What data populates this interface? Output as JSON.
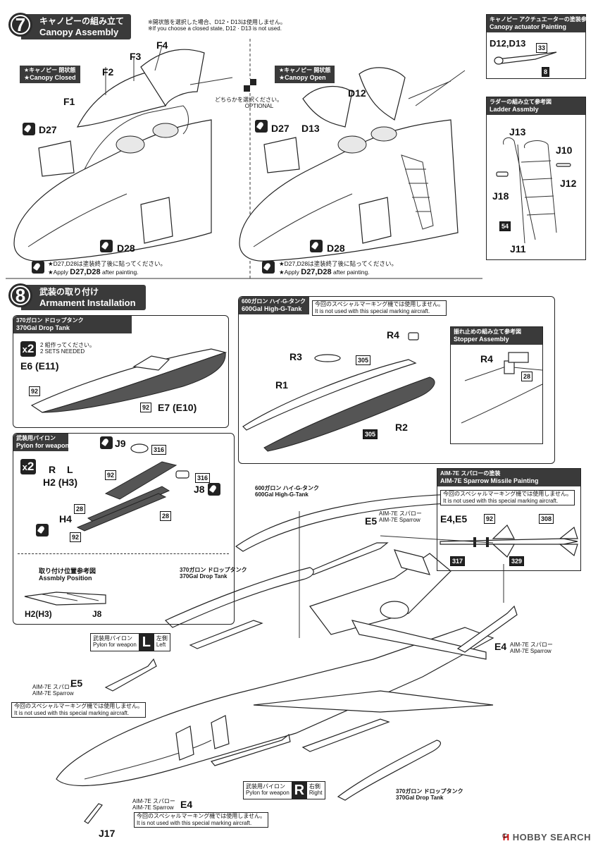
{
  "step7": {
    "number": "7",
    "title_jp": "キャノピーの組み立て",
    "title_en": "Canopy Assembly",
    "note_jp": "※開状態を選択した場合、D12・D13は使用しません。",
    "note_en": "※If you choose a closed state, D12 · D13 is not used.",
    "closed_jp": "★キャノピー 閉状態",
    "closed_en": "★Canopy Closed",
    "open_jp": "★キャノピー 開状態",
    "open_en": "★Canopy Open",
    "optional_jp": "どちらかを選択ください。",
    "optional_en": "OPTIONAL",
    "apply_jp": "★D27,D28は塗装終了後に貼ってください。",
    "apply_en_prefix": "★Apply ",
    "apply_en_parts": "D27,D28",
    "apply_en_suffix": " after painting.",
    "apply2_jp": "★D27,D28は塗装終了後に貼ってください。",
    "apply2_en_prefix": "★Apply ",
    "apply2_en_parts": "D27,D28",
    "apply2_en_suffix": " after painting.",
    "parts_closed": [
      "F4",
      "F3",
      "F2",
      "F1",
      "D27",
      "D28"
    ],
    "parts_open": [
      "D12",
      "D27",
      "D13",
      "D28"
    ]
  },
  "actuator": {
    "title_jp": "キャノピー アクチュエーターの塗装参考図",
    "title_en": "Canopy actuator Painting",
    "parts": "D12,D13",
    "colors": [
      "33",
      "8"
    ]
  },
  "ladder": {
    "title_jp": "ラダーの組み立て参考図",
    "title_en": "Ladder Assmbly",
    "parts": [
      "J13",
      "J10",
      "J12",
      "J18",
      "J11"
    ],
    "color": "54"
  },
  "step8": {
    "number": "8",
    "title_jp": "武装の取り付け",
    "title_en": "Armament Installation",
    "tank370": {
      "title_jp": "370ガロン ドロップタンク",
      "title_en": "370Gal Drop Tank",
      "qty": "2",
      "qty_jp": "2 組作ってください。",
      "qty_en": "2 SETS NEEDED",
      "part_left": "E6 (E11)",
      "part_right": "E7 (E10)",
      "colors": [
        "92",
        "92"
      ]
    },
    "tank600": {
      "title_jp": "600ガロン ハイ-G-タンク",
      "title_en": "600Gal High-G-Tank",
      "note_jp": "今回のスペシャルマーキング機では使用しません。",
      "note_en": "It is not used with this special marking aircraft.",
      "parts": [
        "R4",
        "R3",
        "R1",
        "R2"
      ],
      "colors": [
        "305",
        "305"
      ],
      "stopper_jp": "振れ止めの組み立て参考図",
      "stopper_en": "Stopper Assembly",
      "stopper_part": "R4",
      "stopper_color": "28"
    },
    "pylon": {
      "title_jp": "武装用パイロン",
      "title_en": "Pylon for weapon",
      "qty": "2",
      "r": "R",
      "l": "L",
      "parts": [
        "J9",
        "H2 (H3)",
        "H4",
        "J8"
      ],
      "colors": [
        "316",
        "316",
        "92",
        "28",
        "28",
        "92"
      ],
      "position_jp": "取り付け位置参考図",
      "position_en": "Assmbly Position",
      "pos_left": "H2(H3)",
      "pos_right": "J8"
    },
    "sparrow": {
      "title_jp": "AIM-7E スパローの塗装",
      "title_en": "AIM-7E Sparrow Missile Painting",
      "note_jp": "今回のスペシャルマーキング機では使用しません。",
      "note_en": "It is not used with this special marking aircraft.",
      "parts": "E4,E5",
      "colors": [
        "92",
        "308",
        "317",
        "329"
      ]
    },
    "callouts": {
      "tank600_jp": "600ガロン ハイ-G-タンク",
      "tank600_en": "600Gal High-G-Tank",
      "e5_top": "E5",
      "sparrow_top_jp": "AIM-7E スパロー",
      "sparrow_top_en": "AIM-7E Sparrow",
      "tank370_left_jp": "370ガロン ドロップタンク",
      "tank370_left_en": "370Gal Drop Tank",
      "pylon_left_jp": "武装用パイロン",
      "pylon_left_en": "Pylon for weapon",
      "pylon_left_letter": "L",
      "pylon_left_side_jp": "左側",
      "pylon_left_side_en": "Left",
      "e5_left": "E5",
      "sparrow_left_jp": "AIM-7E スパロー",
      "sparrow_left_en": "AIM-7E Sparrow",
      "left_note_jp": "今回のスペシャルマーキング機では使用しません。",
      "left_note_en": "It is not used with this special marking aircraft.",
      "e4_right": "E4",
      "sparrow_right_jp": "AIM-7E スパロー",
      "sparrow_right_en": "AIM-7E Sparrow",
      "pylon_right_jp": "武装用パイロン",
      "pylon_right_en": "Pylon for weapon",
      "pylon_right_letter": "R",
      "pylon_right_side_jp": "右側",
      "pylon_right_side_en": "Right",
      "sparrow_bottom_jp": "AIM-7E スパロー",
      "sparrow_bottom_en": "AIM-7E Sparrow",
      "e4_bottom": "E4",
      "bottom_note_jp": "今回のスペシャルマーキング機では使用しません。",
      "bottom_note_en": "It is not used with this special marking aircraft.",
      "tank370_right_jp": "370ガロン ドロップタンク",
      "tank370_right_en": "370Gal Drop Tank",
      "j17": "J17"
    }
  },
  "watermark": {
    "brand_mark": "H",
    "brand": "HOBBY SEARCH",
    "copyright": "©"
  }
}
